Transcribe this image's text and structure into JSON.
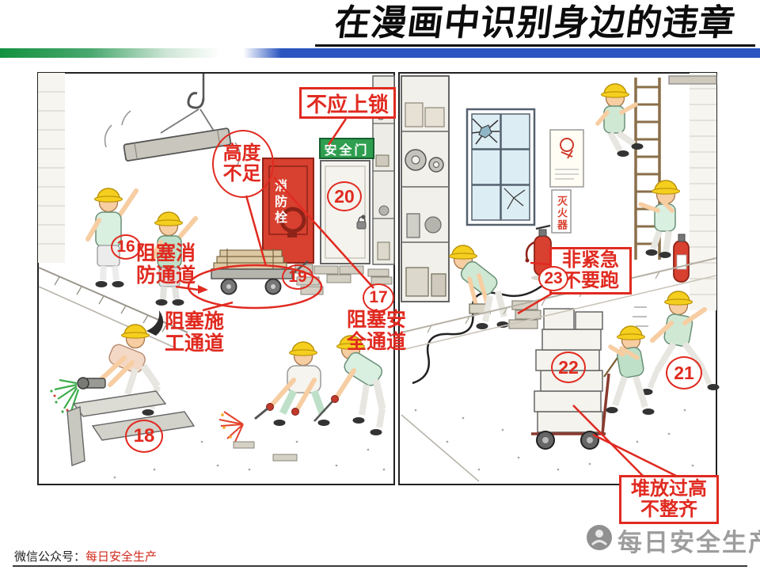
{
  "header": {
    "title": "在漫画中识别身边的违章"
  },
  "annotations": {
    "no_lock": "不应上锁",
    "height_short": "高度不足",
    "block_fire_passage": "阻塞消防通道",
    "block_work_passage": "阻塞施工通道",
    "block_safe_passage": "阻塞安全通道",
    "no_running": "非紧急不要跑",
    "stack_too_high": "堆放过高不整齐",
    "num16": "16",
    "num17": "17",
    "num18": "18",
    "num19": "19",
    "num20": "20",
    "num21": "21",
    "num22": "22",
    "num23": "23"
  },
  "cartoon_labels": {
    "safety_door": "安全门",
    "fire_hydrant": "消防栓",
    "fire_extinguisher": "灭火器"
  },
  "footer": {
    "wechat_prefix": "微信公众号：",
    "wechat_account": "每日安全生产",
    "watermark_text": "每日安全生产"
  },
  "colors": {
    "annotation_red": "#e02a20",
    "bar_blue": "#2a55c0",
    "bar_green": "#13913f",
    "door_green": "#2f9e4f",
    "cabinet_red": "#d8402f",
    "helmet_yellow": "#f6ce1e"
  }
}
